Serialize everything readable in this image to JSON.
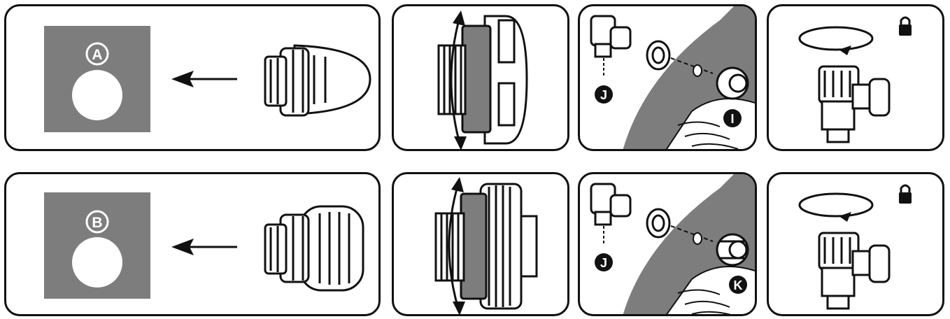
{
  "rows": [
    {
      "id": "A",
      "hole_label": "A",
      "hose_label": "J",
      "fitting_label": "I",
      "lock_icon": "lock-icon",
      "rotate_icon": "rotate-arrow-icon",
      "arrow_icon": "left-arrow-icon"
    },
    {
      "id": "B",
      "hole_label": "B",
      "hose_label": "J",
      "fitting_label": "K",
      "lock_icon": "lock-icon",
      "rotate_icon": "rotate-arrow-icon",
      "arrow_icon": "left-arrow-icon"
    }
  ],
  "colors": {
    "panel_border": "#111111",
    "gray_fill": "#7d7d7d",
    "line": "#111111",
    "white": "#ffffff"
  }
}
